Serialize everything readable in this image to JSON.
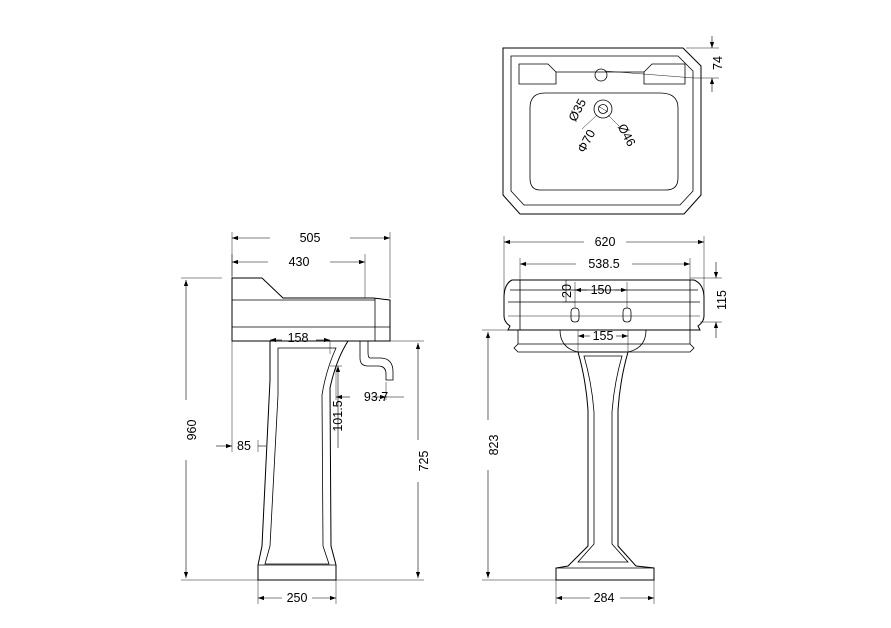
{
  "views": {
    "top": {
      "labels": {
        "depth_74": "74",
        "tap_hole": "Ø35",
        "waste_outer": "Φ70",
        "waste_inner": "Ø46"
      }
    },
    "side": {
      "labels": {
        "overall_depth": "505",
        "bowl_depth": "430",
        "overall_height": "960",
        "pedestal_depth": "158",
        "trap_offset": "93.7",
        "trap_drop": "101.5",
        "pedestal_setback": "85",
        "rim_height": "725",
        "pedestal_base": "250"
      }
    },
    "front": {
      "labels": {
        "overall_width": "620",
        "bowl_width": "538.5",
        "bracket_drop": "20",
        "fixing_centres": "150",
        "rim_depth": "115",
        "pedestal_top": "155",
        "pedestal_height": "823",
        "pedestal_base": "284"
      }
    }
  }
}
